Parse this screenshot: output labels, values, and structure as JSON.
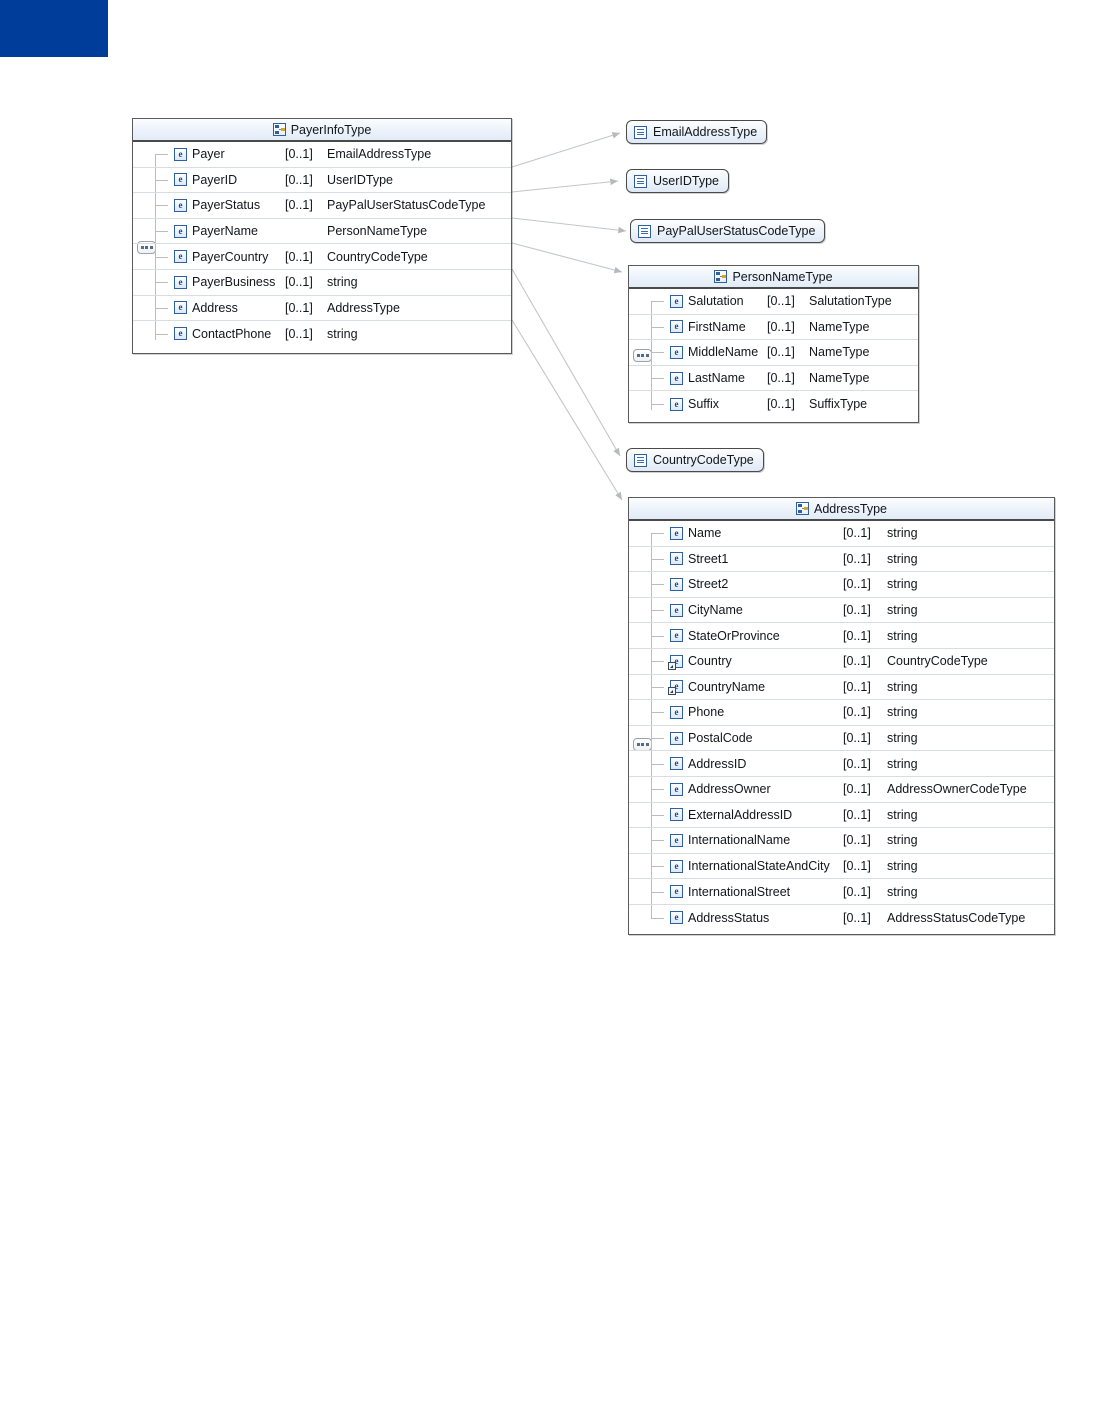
{
  "diagram": {
    "title": "XML Schema diagram: PayerInfoType",
    "brand_color": "#003d9b",
    "icons": {
      "complex_type": "complex-type-icon",
      "element": "element-icon",
      "element_ref": "element-ref-icon",
      "simple_type": "simple-type-icon",
      "sequence": "sequence-compositor-icon"
    },
    "cardinality_default": "[0..1]",
    "complex_types": [
      {
        "id": "payerinfotype",
        "title": "PayerInfoType",
        "rows": [
          {
            "name": "Payer",
            "cardinality": "[0..1]",
            "type": "EmailAddressType",
            "icon": "element-icon"
          },
          {
            "name": "PayerID",
            "cardinality": "[0..1]",
            "type": "UserIDType",
            "icon": "element-icon"
          },
          {
            "name": "PayerStatus",
            "cardinality": "[0..1]",
            "type": "PayPalUserStatusCodeType",
            "icon": "element-icon"
          },
          {
            "name": "PayerName",
            "cardinality": "",
            "type": "PersonNameType",
            "icon": "element-icon"
          },
          {
            "name": "PayerCountry",
            "cardinality": "[0..1]",
            "type": "CountryCodeType",
            "icon": "element-icon"
          },
          {
            "name": "PayerBusiness",
            "cardinality": "[0..1]",
            "type": "string",
            "icon": "element-icon"
          },
          {
            "name": "Address",
            "cardinality": "[0..1]",
            "type": "AddressType",
            "icon": "element-icon"
          },
          {
            "name": "ContactPhone",
            "cardinality": "[0..1]",
            "type": "string",
            "icon": "element-icon"
          }
        ]
      },
      {
        "id": "personnametype",
        "title": "PersonNameType",
        "rows": [
          {
            "name": "Salutation",
            "cardinality": "[0..1]",
            "type": "SalutationType",
            "icon": "element-icon"
          },
          {
            "name": "FirstName",
            "cardinality": "[0..1]",
            "type": "NameType",
            "icon": "element-icon"
          },
          {
            "name": "MiddleName",
            "cardinality": "[0..1]",
            "type": "NameType",
            "icon": "element-icon"
          },
          {
            "name": "LastName",
            "cardinality": "[0..1]",
            "type": "NameType",
            "icon": "element-icon"
          },
          {
            "name": "Suffix",
            "cardinality": "[0..1]",
            "type": "SuffixType",
            "icon": "element-icon"
          }
        ]
      },
      {
        "id": "addresstype",
        "title": "AddressType",
        "rows": [
          {
            "name": "Name",
            "cardinality": "[0..1]",
            "type": "string",
            "icon": "element-icon"
          },
          {
            "name": "Street1",
            "cardinality": "[0..1]",
            "type": "string",
            "icon": "element-icon"
          },
          {
            "name": "Street2",
            "cardinality": "[0..1]",
            "type": "string",
            "icon": "element-icon"
          },
          {
            "name": "CityName",
            "cardinality": "[0..1]",
            "type": "string",
            "icon": "element-icon"
          },
          {
            "name": "StateOrProvince",
            "cardinality": "[0..1]",
            "type": "string",
            "icon": "element-icon"
          },
          {
            "name": "Country",
            "cardinality": "[0..1]",
            "type": "CountryCodeType",
            "icon": "element-ref-icon"
          },
          {
            "name": "CountryName",
            "cardinality": "[0..1]",
            "type": "string",
            "icon": "element-ref-icon"
          },
          {
            "name": "Phone",
            "cardinality": "[0..1]",
            "type": "string",
            "icon": "element-icon"
          },
          {
            "name": "PostalCode",
            "cardinality": "[0..1]",
            "type": "string",
            "icon": "element-icon"
          },
          {
            "name": "AddressID",
            "cardinality": "[0..1]",
            "type": "string",
            "icon": "element-icon"
          },
          {
            "name": "AddressOwner",
            "cardinality": "[0..1]",
            "type": "AddressOwnerCodeType",
            "icon": "element-icon"
          },
          {
            "name": "ExternalAddressID",
            "cardinality": "[0..1]",
            "type": "string",
            "icon": "element-icon"
          },
          {
            "name": "InternationalName",
            "cardinality": "[0..1]",
            "type": "string",
            "icon": "element-icon"
          },
          {
            "name": "InternationalStateAndCity",
            "cardinality": "[0..1]",
            "type": "string",
            "icon": "element-icon"
          },
          {
            "name": "InternationalStreet",
            "cardinality": "[0..1]",
            "type": "string",
            "icon": "element-icon"
          },
          {
            "name": "AddressStatus",
            "cardinality": "[0..1]",
            "type": "AddressStatusCodeType",
            "icon": "element-icon"
          }
        ]
      }
    ],
    "simple_types": [
      {
        "id": "emailaddresstype",
        "label": "EmailAddressType"
      },
      {
        "id": "useridtype",
        "label": "UserIDType"
      },
      {
        "id": "paypaluserstatuscodetype",
        "label": "PayPalUserStatusCodeType"
      },
      {
        "id": "countrycodetype",
        "label": "CountryCodeType"
      }
    ]
  }
}
